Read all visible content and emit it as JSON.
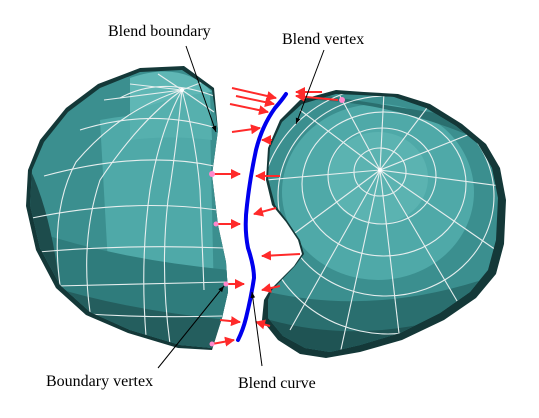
{
  "labels": {
    "blend_boundary": "Blend boundary",
    "blend_vertex": "Blend vertex",
    "boundary_vertex": "Boundary vertex",
    "blend_curve": "Blend curve"
  },
  "colors": {
    "surface_light": "#4fa9a8",
    "surface_mid": "#3b8f8f",
    "surface_dark": "#245e5e",
    "surface_shadow": "#143838",
    "mesh_lines": "#e6eeee",
    "blend_curve": "#0000ee",
    "arrows": "#ff2a2a",
    "vertex_markers": "#ff88cc"
  }
}
